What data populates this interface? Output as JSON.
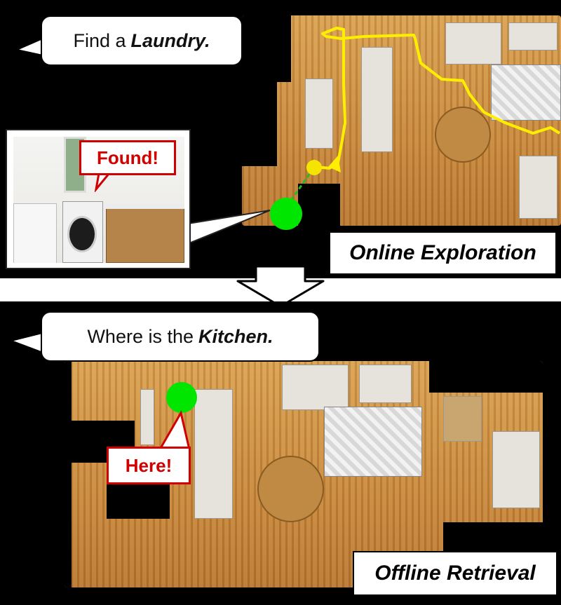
{
  "online": {
    "query_prefix": "Find a",
    "query_target": "Laundry.",
    "found_label": "Found!",
    "mode_label": "Online Exploration"
  },
  "offline": {
    "query_prefix": "Where is the",
    "query_target": "Kitchen.",
    "here_label": "Here!",
    "mode_label": "Offline Retrieval"
  },
  "colors": {
    "trajectory": "#ffee00",
    "goal_marker": "#00e600",
    "agent_marker": "#f5e400",
    "highlight": "#d00000"
  },
  "icons": {
    "transition": "down-arrow-icon"
  }
}
